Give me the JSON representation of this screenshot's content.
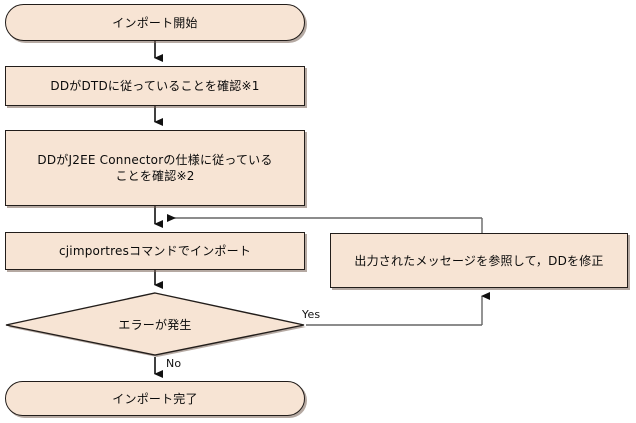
{
  "diagram": {
    "title": "Import procedure flowchart",
    "colors": {
      "node_fill": "#f7e4d4",
      "node_border": "#221d1a",
      "shadow": "#786256",
      "connector": "#666666",
      "arrow": "#111111",
      "background": "#ffffff"
    },
    "nodes": [
      {
        "id": "start",
        "type": "terminator",
        "label": "インポート開始"
      },
      {
        "id": "check-dtd",
        "type": "process",
        "label": "DDがDTDに従っていることを確認※1"
      },
      {
        "id": "check-j2ee",
        "type": "process",
        "label": "DDがJ2EE Connectorの仕様に従っている\nことを確認※2"
      },
      {
        "id": "run-cjimportres",
        "type": "process",
        "label": "cjimportresコマンドでインポート"
      },
      {
        "id": "error-check",
        "type": "decision",
        "label": "エラーが発生"
      },
      {
        "id": "fix-dd",
        "type": "process",
        "label": "出力されたメッセージを参照して，DDを修正"
      },
      {
        "id": "end",
        "type": "terminator",
        "label": "インポート完了"
      }
    ],
    "edge_labels": {
      "yes": "Yes",
      "no": "No"
    }
  }
}
